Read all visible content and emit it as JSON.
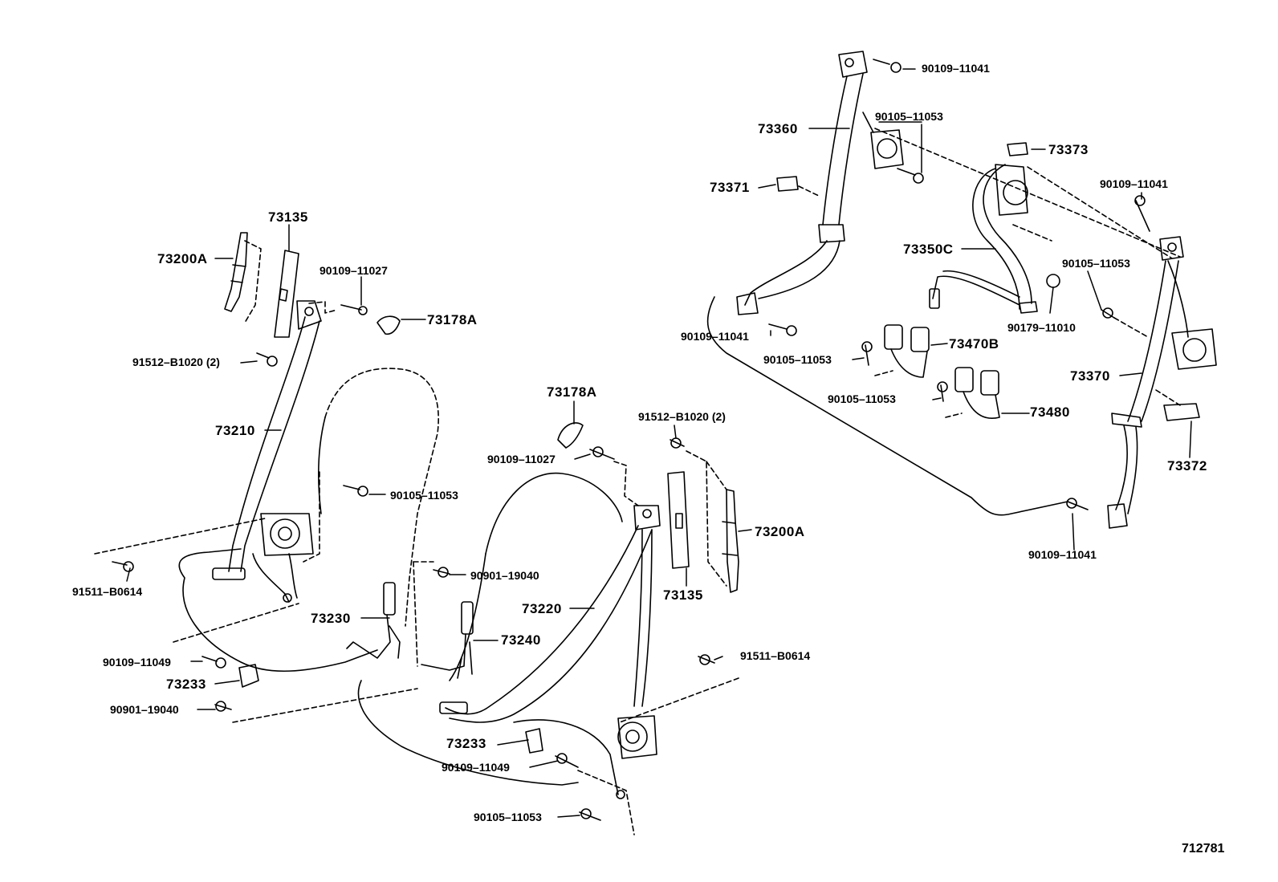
{
  "diagram_id": "712781",
  "parts": {
    "p73135_a": "73135",
    "p73200A_a": "73200A",
    "p90109_11027_a": "90109–11027",
    "p73178A_a": "73178A",
    "p91512_a": "91512–B1020 (2)",
    "p73210": "73210",
    "p90105_11053_a": "90105–11053",
    "p91511_a": "91511–B0614",
    "p73230": "73230",
    "p90109_11049_a": "90109–11049",
    "p73233_a": "73233",
    "p90901_19040_a": "90901–19040",
    "p73178A_b": "73178A",
    "p90109_11027_b": "90109–11027",
    "p91512_b": "91512–B1020 (2)",
    "p73200A_b": "73200A",
    "p73135_b": "73135",
    "p90901_19040_b": "90901–19040",
    "p73220": "73220",
    "p73240": "73240",
    "p91511_b": "91511–B0614",
    "p73233_b": "73233",
    "p90109_11049_b": "90109–11049",
    "p90105_11053_b": "90105–11053",
    "p90109_11041_a": "90109–11041",
    "p90105_11053_c": "90105–11053",
    "p73360": "73360",
    "p73373": "73373",
    "p73371": "73371",
    "p90109_11041_b": "90109–11041",
    "p73350C": "73350C",
    "p90105_11053_d": "90105–11053",
    "p90109_11041_c": "90109–11041",
    "p73470B": "73470B",
    "p90105_11053_e": "90105–11053",
    "p90179_11010": "90179–11010",
    "p73370": "73370",
    "p90105_11053_f": "90105–11053",
    "p73480": "73480",
    "p73372": "73372",
    "p90109_11041_d": "90109–11041"
  }
}
